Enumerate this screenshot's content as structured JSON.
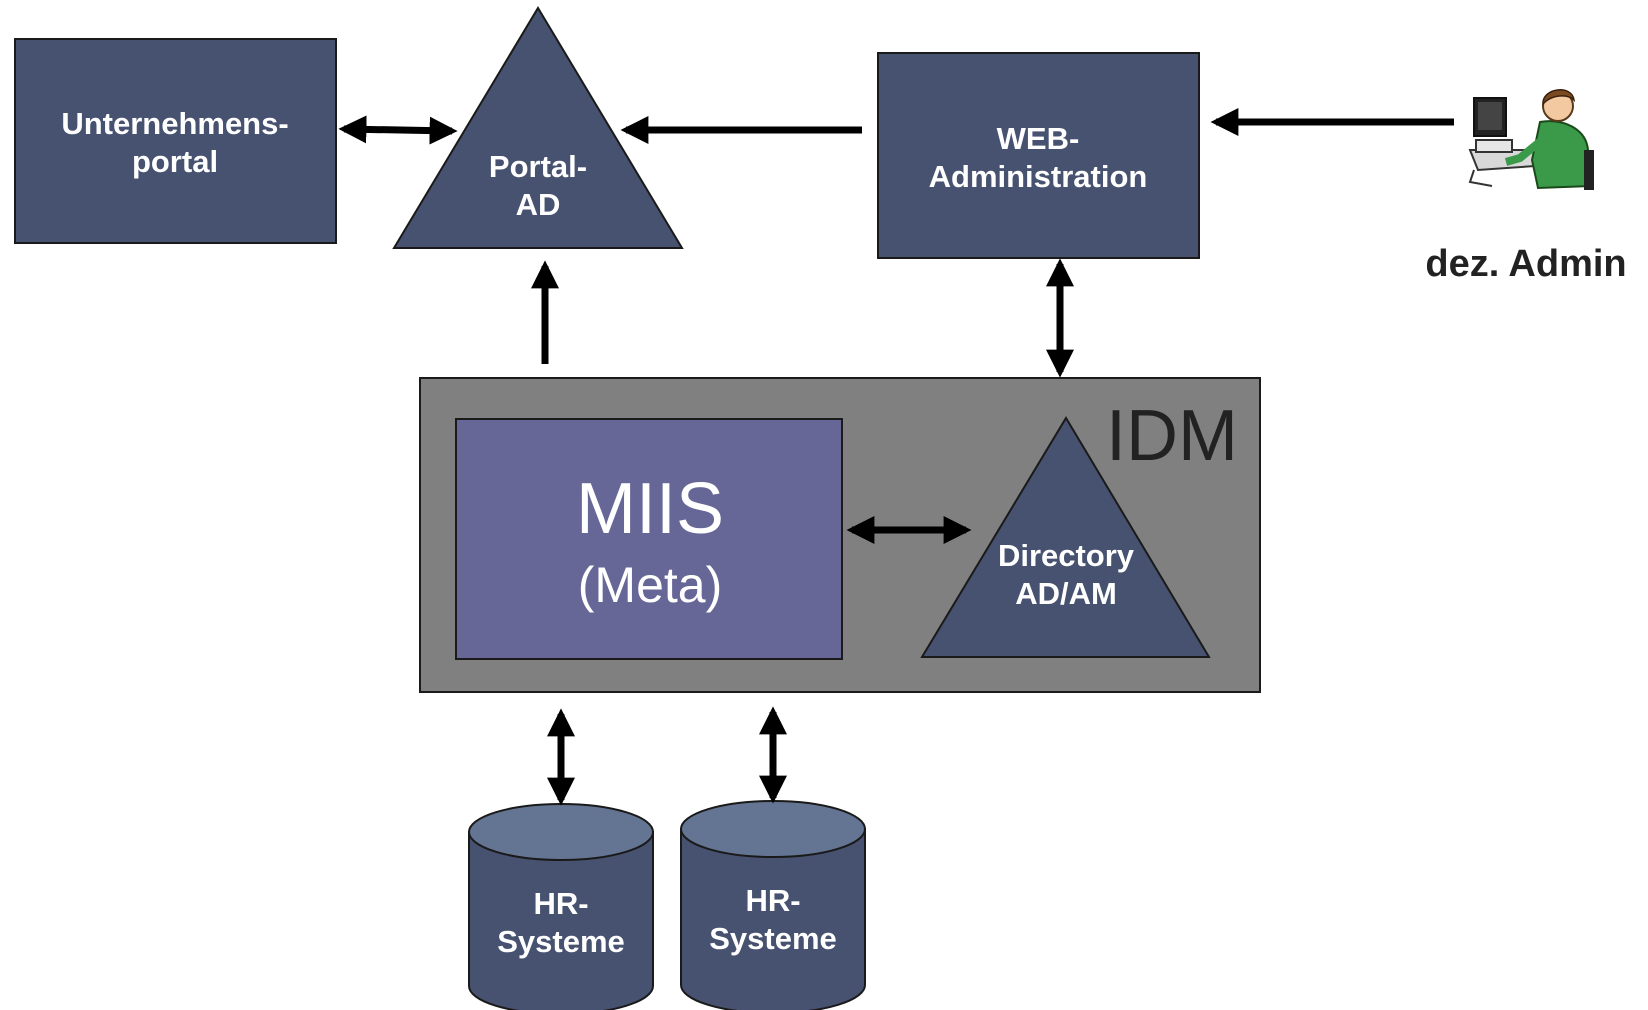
{
  "nodes": {
    "unternehmensportal": {
      "line1": "Unternehmens-",
      "line2": "portal"
    },
    "portal_ad": {
      "line1": "Portal-",
      "line2": "AD"
    },
    "web_admin": {
      "line1": "WEB-",
      "line2": "Administration"
    },
    "dez_admin": {
      "label": "dez. Admin"
    },
    "idm": {
      "label": "IDM"
    },
    "miis": {
      "line1": "MIIS",
      "line2": "(Meta)"
    },
    "directory": {
      "line1": "Directory",
      "line2": "AD/AM"
    },
    "hr1": {
      "line1": "HR-",
      "line2": "Systeme"
    },
    "hr2": {
      "line1": "HR-",
      "line2": "Systeme"
    }
  },
  "colors": {
    "node_fill": "#465270",
    "idm_fill": "#808080",
    "miis_fill": "#676797",
    "cylinder_top": "#647593",
    "arrow": "#000000"
  },
  "icons": {
    "admin_user": "person-at-computer-icon"
  }
}
